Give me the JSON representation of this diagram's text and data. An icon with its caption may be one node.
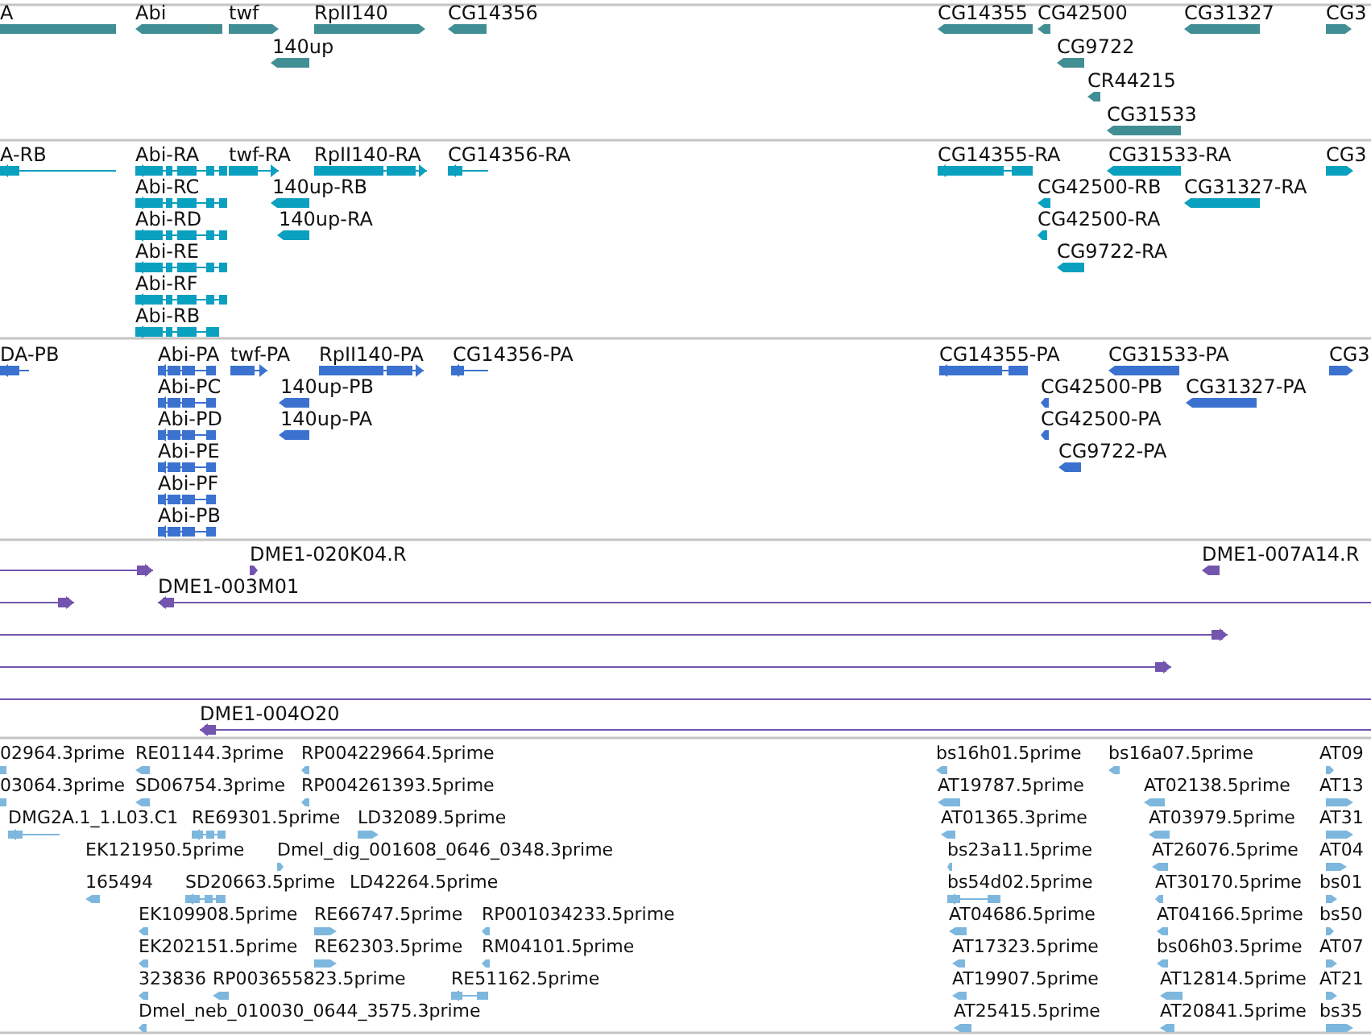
{
  "diagram": {
    "labels": [
      "A",
      "Abi",
      "twf",
      "RpII140",
      "CG14356",
      "CG14355",
      "CG42500",
      "CG31327",
      "CG3",
      "140up",
      "CG9722",
      "CR44215",
      "CG31533",
      "A-RB",
      "Abi-RA",
      "twf-RA",
      "RpII140-RA",
      "CG14356-RA",
      "CG14355-RA",
      "CG31533-RA",
      "CG3",
      "Abi-RC",
      "140up-RB",
      "CG42500-RB",
      "CG31327-RA",
      "Abi-RD",
      "140up-RA",
      "CG42500-RA",
      "Abi-RE",
      "CG9722-RA",
      "Abi-RF",
      "Abi-RB",
      "DA-PB",
      "Abi-PA",
      "twf-PA",
      "RpII140-PA",
      "CG14356-PA",
      "CG14355-PA",
      "CG31533-PA",
      "CG3",
      "Abi-PC",
      "140up-PB",
      "CG42500-PB",
      "CG31327-PA",
      "Abi-PD",
      "140up-PA",
      "CG42500-PA",
      "Abi-PE",
      "CG9722-PA",
      "Abi-PF",
      "Abi-PB",
      "DME1-020K04.R",
      "DME1-007A14.R",
      "DME1-003M01",
      "DME1-004O20",
      "02964.3prime",
      "RE01144.3prime",
      "RP004229664.5prime",
      "bs16h01.5prime",
      "bs16a07.5prime",
      "AT09",
      "03064.3prime",
      "SD06754.3prime",
      "RP004261393.5prime",
      "AT19787.5prime",
      "AT02138.5prime",
      "AT13",
      "DMG2A.1_1.L03.C1",
      "RE69301.5prime",
      "LD32089.5prime",
      "AT01365.3prime",
      "AT03979.5prime",
      "AT31",
      "EK121950.5prime",
      "Dmel_dig_001608_0646_0348.3prime",
      "bs23a11.5prime",
      "AT26076.5prime",
      "AT04",
      "165494",
      "SD20663.5prime",
      "LD42264.5prime",
      "bs54d02.5prime",
      "AT30170.5prime",
      "bs01",
      "EK109908.5prime",
      "RE66747.5prime",
      "RP001034233.5prime",
      "AT04686.5prime",
      "AT04166.5prime",
      "bs50",
      "EK202151.5prime",
      "RE62303.5prime",
      "RM04101.5prime",
      "AT17323.5prime",
      "bs06h03.5prime",
      "AT07",
      "323836",
      "RP003655823.5prime",
      "RE51162.5prime",
      "AT19907.5prime",
      "AT12814.5prime",
      "AT21",
      "Dmel_neb_010030_0644_3575.3prime",
      "AT25415.5prime",
      "AT20841.5prime",
      "bs35"
    ]
  }
}
